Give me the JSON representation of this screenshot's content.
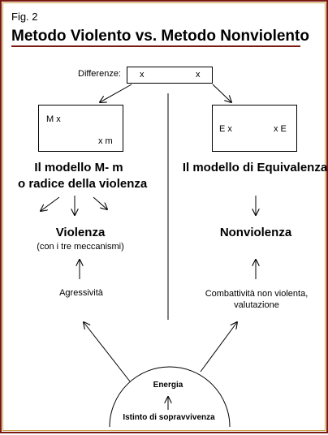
{
  "figure": {
    "label": "Fig. 2",
    "title": "Metodo Violento vs. Metodo Nonviolento"
  },
  "differenze": {
    "label": "Differenze:",
    "mark_left": "x",
    "mark_right": "x"
  },
  "model_mm": {
    "box": {
      "upper": "M x",
      "lower": "x m"
    },
    "title_line1": "Il modello M- m",
    "title_line2": "o radice della violenza"
  },
  "model_ee": {
    "box": {
      "left": "E x",
      "right": "x E"
    },
    "title": "Il modello di Equivalenza"
  },
  "left_branch": {
    "outcome": "Violenza",
    "outcome_note": "(con i tre meccanismi)",
    "source": "Agressività"
  },
  "right_branch": {
    "outcome": "Nonviolenza",
    "source_line1": "Combattività non violenta,",
    "source_line2": "valutazione"
  },
  "base": {
    "energia": "Energia",
    "istinto": "Istinto di sopravvivenza"
  },
  "colors": {
    "frame": "#7b1a12",
    "frame_inner": "#c9a040",
    "ink": "#000000"
  }
}
